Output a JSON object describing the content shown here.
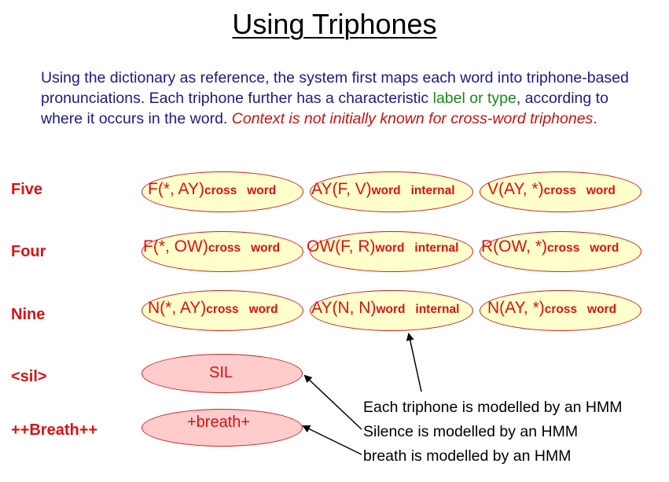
{
  "title": "Using Triphones",
  "intro": {
    "part1": "Using the dictionary as reference, the system first maps each word into triphone-based pronunciations. Each triphone further has a characteristic ",
    "green": "label or type",
    "part2": ", according to where it occurs in the word. ",
    "red_italic": "Context is not initially known for cross-word triphones",
    "end": "."
  },
  "rows": [
    {
      "word": "Five",
      "triphones": [
        {
          "phone": "F(*, AY)",
          "type": "cross   word"
        },
        {
          "phone": "AY(F, V)",
          "type": "word   internal"
        },
        {
          "phone": "V(AY, *)",
          "type": "cross   word"
        }
      ]
    },
    {
      "word": "Four",
      "triphones": [
        {
          "phone": "F(*, OW)",
          "type": "cross   word"
        },
        {
          "phone": "OW(F, R)",
          "type": "word   internal"
        },
        {
          "phone": "R(OW, *)",
          "type": "cross   word"
        }
      ]
    },
    {
      "word": "Nine",
      "triphones": [
        {
          "phone": "N(*, AY)",
          "type": "cross   word"
        },
        {
          "phone": "AY(N, N)",
          "type": "word   internal"
        },
        {
          "phone": "N(AY, *)",
          "type": "cross   word"
        }
      ]
    }
  ],
  "sil": {
    "word": "<sil>",
    "model": "SIL"
  },
  "breath": {
    "word": "++Breath++",
    "model": "+breath+"
  },
  "notes": [
    "Each triphone is modelled by an HMM",
    "Silence is modelled by an HMM",
    "breath is modelled by an HMM"
  ],
  "colors": {
    "intro_text": "#1a1a8c",
    "green": "#1a8a1a",
    "red": "#cc1111",
    "ellipse_fill": "#ffffcc",
    "ellipse_pink": "#ffcccc"
  }
}
